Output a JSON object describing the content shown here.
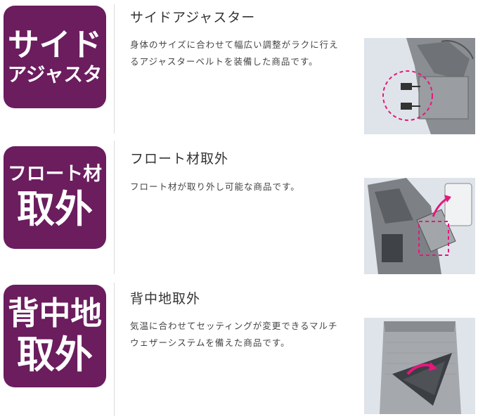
{
  "colors": {
    "badge_bg": "#6b1d5e",
    "highlight": "#e6177e",
    "photo_bg": "#dfe4ea"
  },
  "features": [
    {
      "badge_line1": "サイド",
      "badge_line2": "アジャスタ",
      "title": "サイドアジャスター",
      "description": "身体のサイズに合わせて幅広い調整がラクに行えるアジャスターベルトを装備した商品です。",
      "image_icon": "side-adjuster-vest-photo"
    },
    {
      "badge_line1": "フロート材",
      "badge_line2": "取外",
      "title": "フロート材取外",
      "description": "フロート材が取り外し可能な商品です。",
      "image_icon": "removable-float-vest-photo"
    },
    {
      "badge_line1": "背中地",
      "badge_line2": "取外",
      "title": "背中地取外",
      "description": "気温に合わせてセッティングが変更できるマルチウェザーシステムを備えた商品です。",
      "image_icon": "removable-back-panel-vest-photo"
    }
  ]
}
